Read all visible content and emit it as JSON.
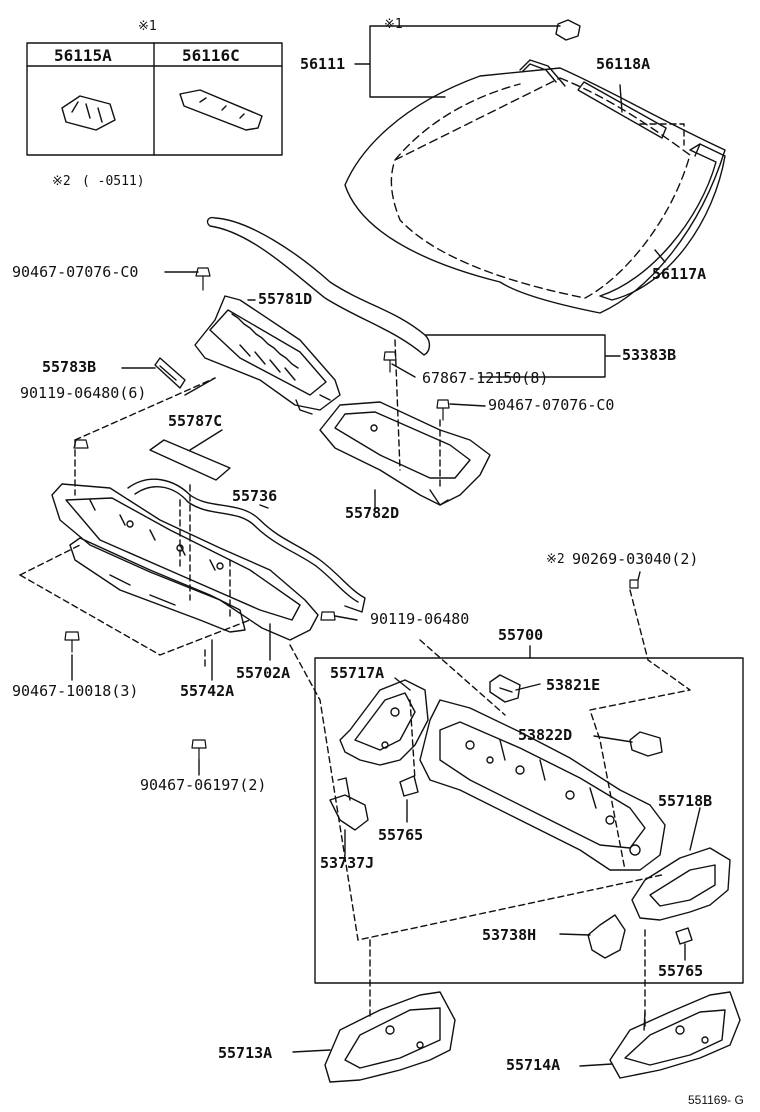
{
  "inset": {
    "mark": "※1",
    "col1": "56115A",
    "col2": "56116C",
    "note_mark": "※2",
    "note_range": "(      -0511)"
  },
  "labels": {
    "p56111": "56111",
    "mark1": "※1",
    "p56118A": "56118A",
    "p56117A": "56117A",
    "c90467_07076_top": "90467-07076-C0",
    "p55781D": "55781D",
    "p55783B": "55783B",
    "c90119_06480_6": "90119-06480(6)",
    "c67867_12150_8": "67867-12150(8)",
    "p53383B": "53383B",
    "c90467_07076_mid": "90467-07076-C0",
    "p55787C": "55787C",
    "p55736": "55736",
    "p55782D": "55782D",
    "mark2": "※2",
    "c90269_03040_2": "90269-03040(2)",
    "c90119_06480": "90119-06480",
    "p55700": "55700",
    "c90467_10018_3": "90467-10018(3)",
    "p55742A": "55742A",
    "p55702A": "55702A",
    "p55717A": "55717A",
    "p53821E": "53821E",
    "p53822D": "53822D",
    "c90467_06197_2": "90467-06197(2)",
    "p55718B": "55718B",
    "p55765_a": "55765",
    "p53737J": "53737J",
    "p53738H": "53738H",
    "p55765_b": "55765",
    "p55713A": "55713A",
    "p55714A": "55714A",
    "footer": "551169- G"
  }
}
